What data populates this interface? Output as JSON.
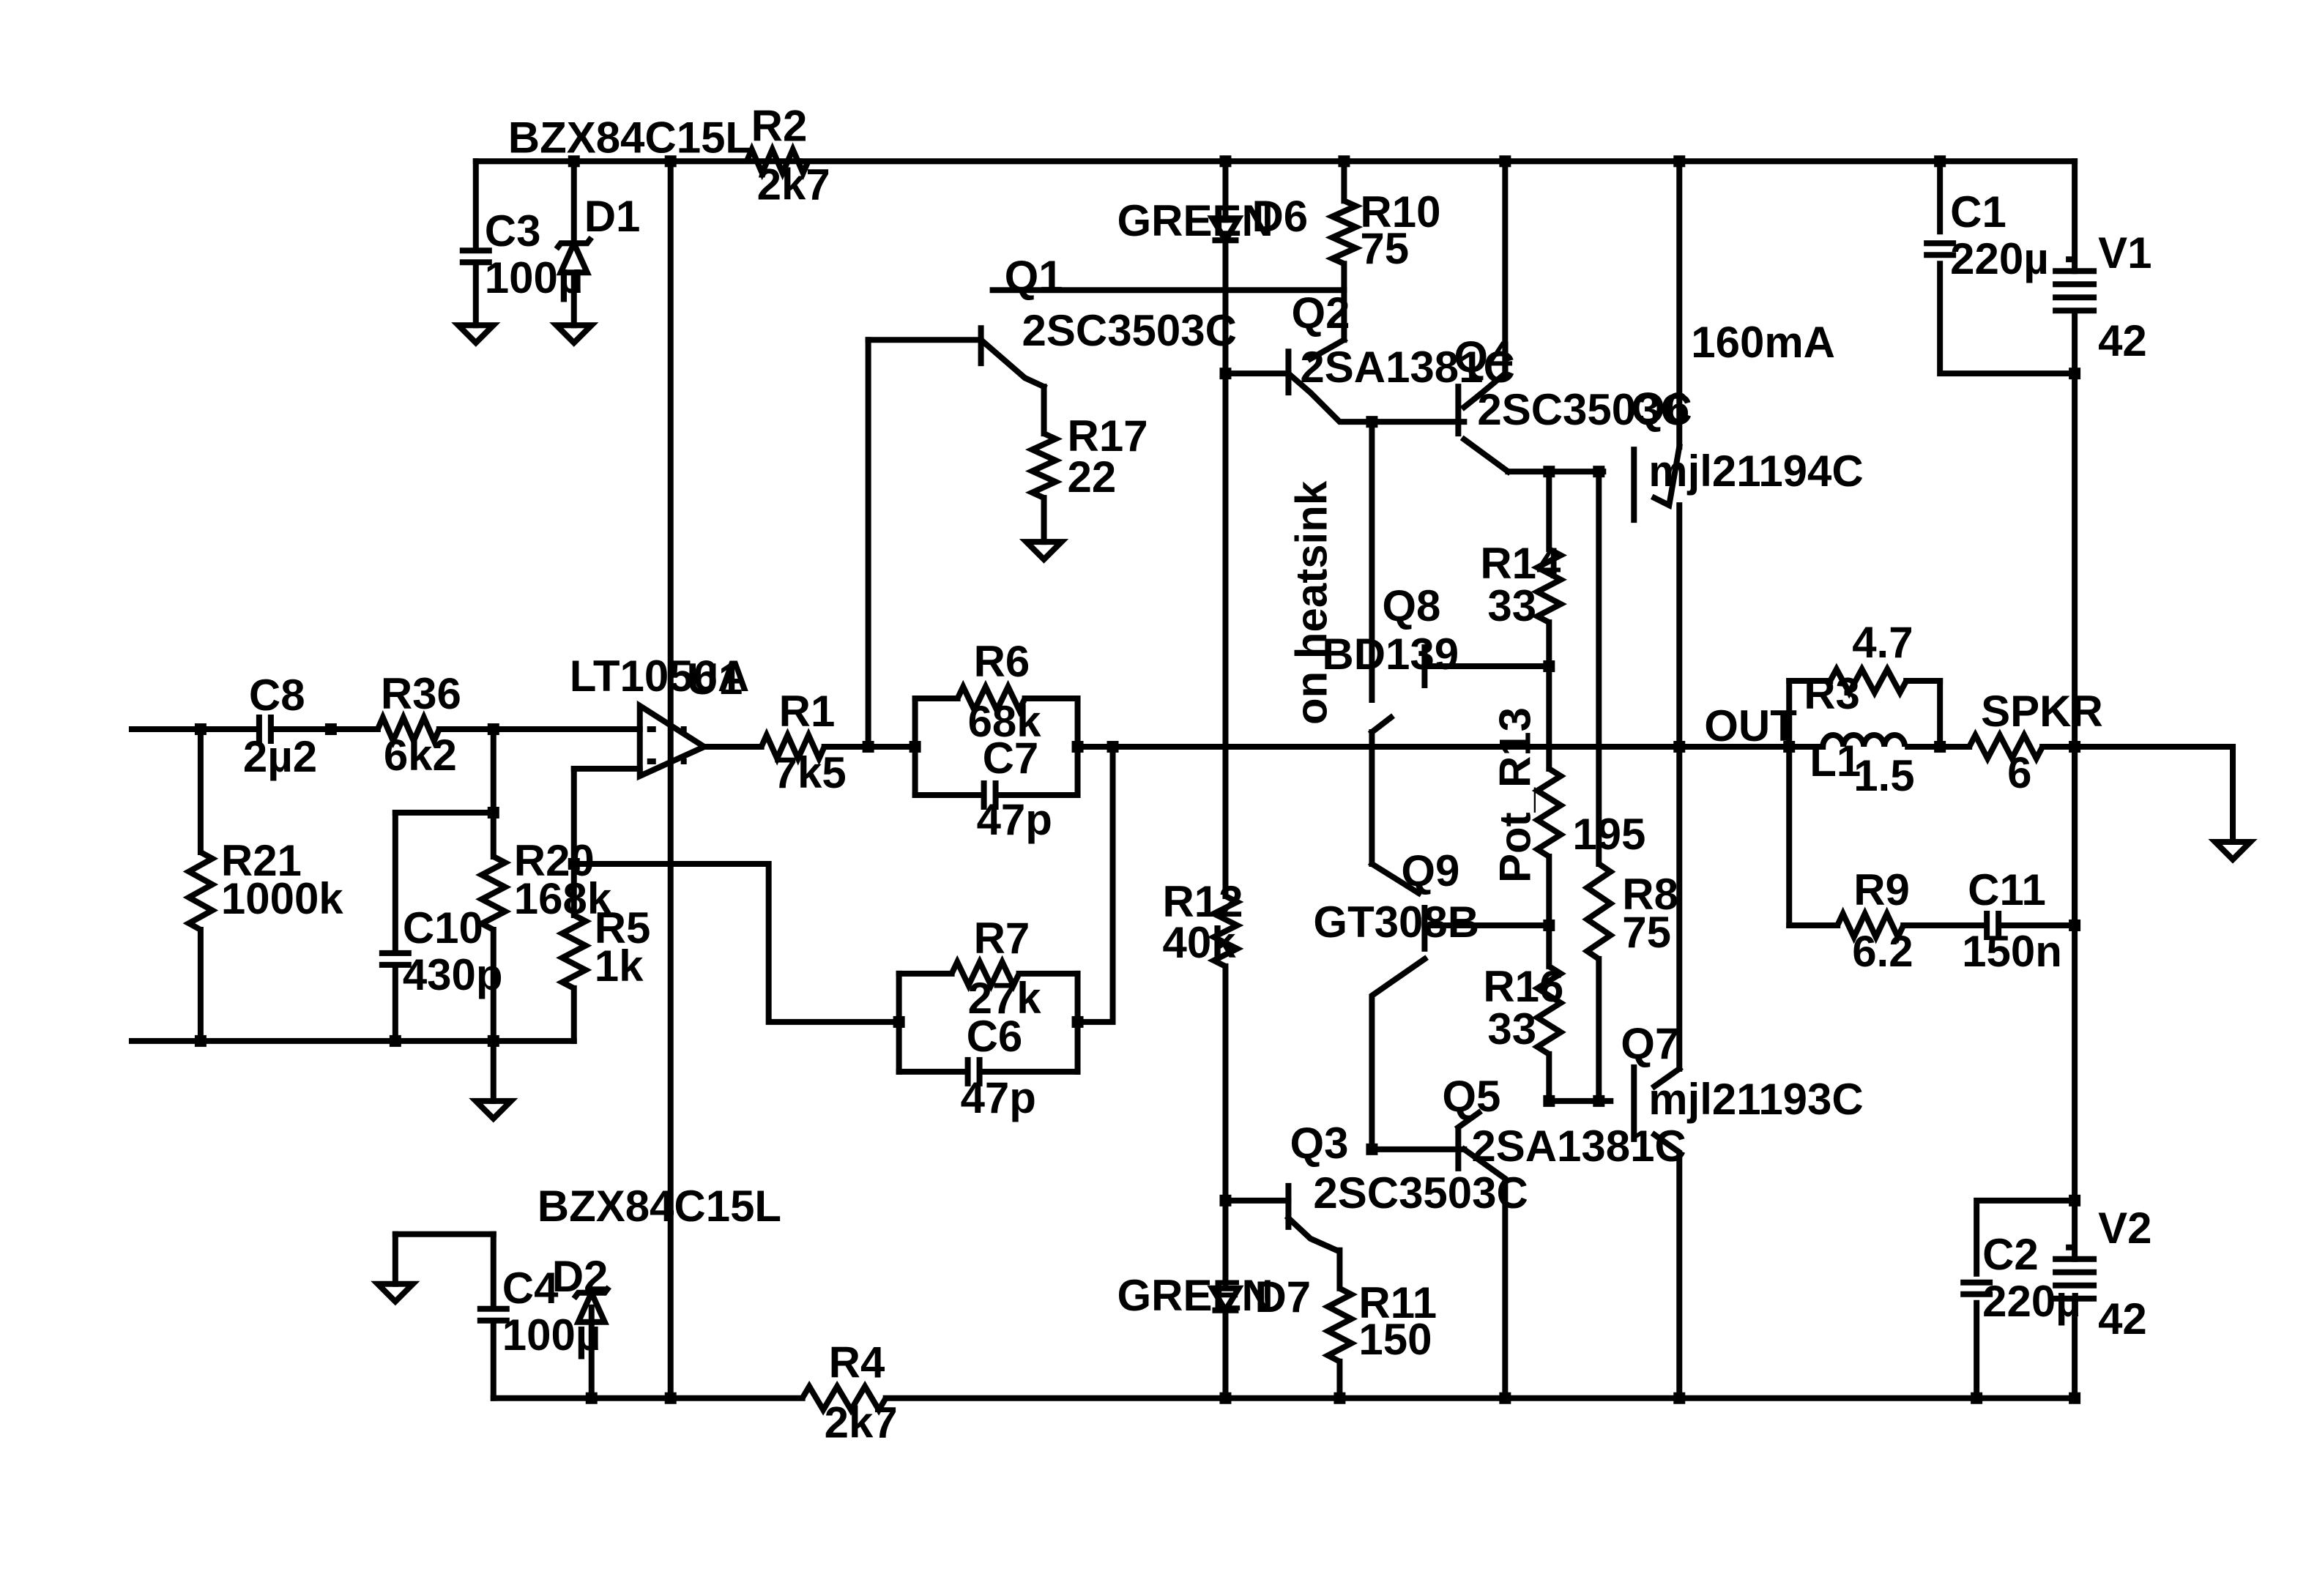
{
  "components": {
    "r2": {
      "ref": "R2",
      "value": "2k7"
    },
    "r4": {
      "ref": "R4",
      "value": "2k7"
    },
    "d1": {
      "ref": "D1",
      "part": "BZX84C15L"
    },
    "d2": {
      "ref": "D2",
      "part": "BZX84C15L"
    },
    "c3": {
      "ref": "C3",
      "value": "100µ"
    },
    "c4": {
      "ref": "C4",
      "value": "100µ"
    },
    "c8": {
      "ref": "C8",
      "value": "2µ2"
    },
    "r36": {
      "ref": "R36",
      "value": "6k2"
    },
    "r21": {
      "ref": "R21",
      "value": "1000k"
    },
    "r20": {
      "ref": "R20",
      "value": "168k"
    },
    "c10": {
      "ref": "C10",
      "value": "430p"
    },
    "r5": {
      "ref": "R5",
      "value": "1k"
    },
    "u1": {
      "ref": "U1",
      "part": "LT1056A"
    },
    "r1": {
      "ref": "R1",
      "value": "7k5"
    },
    "r6": {
      "ref": "R6",
      "value": "68k"
    },
    "c7": {
      "ref": "C7",
      "value": "47p"
    },
    "r7": {
      "ref": "R7",
      "value": "27k"
    },
    "c6": {
      "ref": "C6",
      "value": "47p"
    },
    "q1": {
      "ref": "Q1",
      "part": "2SC3503C"
    },
    "r17": {
      "ref": "R17",
      "value": "22"
    },
    "d6": {
      "ref": "D6",
      "color": "GREEN"
    },
    "d7": {
      "ref": "D7",
      "color": "GREEN"
    },
    "r10": {
      "ref": "R10",
      "value": "75"
    },
    "q2": {
      "ref": "Q2",
      "part": "2SA1381C"
    },
    "q4": {
      "ref": "Q4",
      "part": "2SC3503C"
    },
    "q6": {
      "ref": "Q6",
      "part": "mjl21194C",
      "current": "160mA"
    },
    "r14": {
      "ref": "R14",
      "value": "33"
    },
    "q8": {
      "ref": "Q8",
      "part": "BD139",
      "note": "on heatsink"
    },
    "r13": {
      "ref": "Pot_R13",
      "value": "195"
    },
    "r8": {
      "ref": "R8",
      "value": "75"
    },
    "q9": {
      "ref": "Q9",
      "part": "GT308B"
    },
    "r12": {
      "ref": "R12",
      "value": "40k"
    },
    "r16": {
      "ref": "R16",
      "value": "33"
    },
    "q7": {
      "ref": "Q7",
      "part": "mjl21193C"
    },
    "q5": {
      "ref": "Q5",
      "part": "2SA1381C"
    },
    "q3": {
      "ref": "Q3",
      "part": "2SC3503C"
    },
    "r11": {
      "ref": "R11",
      "value": "150"
    },
    "c1": {
      "ref": "C1",
      "value": "220µ"
    },
    "c2": {
      "ref": "C2",
      "value": "220µ"
    },
    "v1": {
      "ref": "V1",
      "value": "42"
    },
    "v2": {
      "ref": "V2",
      "value": "42"
    },
    "r3": {
      "ref": "R3",
      "value": "4.7"
    },
    "l1": {
      "ref": "L1",
      "value": "1.5"
    },
    "r9": {
      "ref": "R9",
      "value": "6.2"
    },
    "c11": {
      "ref": "C11",
      "value": "150n"
    },
    "spkr": {
      "ref": "SPKR",
      "value": "6"
    }
  },
  "nets": {
    "out": "OUT"
  }
}
